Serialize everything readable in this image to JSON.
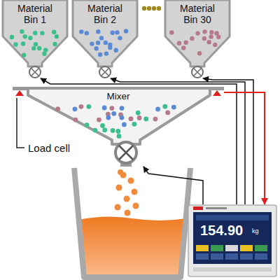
{
  "diagram": {
    "nodes": [
      {
        "text": [
          "Material Bin 1"
        ]
      },
      {
        "text": [
          "Material Bin 2"
        ]
      },
      {
        "text": [
          "Material Bin 30"
        ]
      },
      {
        "text": [
          "Mixer"
        ]
      },
      {
        "text": [
          "154.90",
          "kg"
        ]
      }
    ],
    "edges": [
      {
        "from": 4,
        "to": 0,
        "arrow": "to"
      },
      {
        "from": 4,
        "to": 1,
        "arrow": "to"
      },
      {
        "from": 4,
        "to": 2,
        "arrow": "to"
      },
      {
        "from": 4,
        "to": 3,
        "arrow": "to"
      },
      {
        "from": 3,
        "to": 4,
        "arrow": "to"
      }
    ],
    "labels": [
      "Load cell"
    ]
  }
}
